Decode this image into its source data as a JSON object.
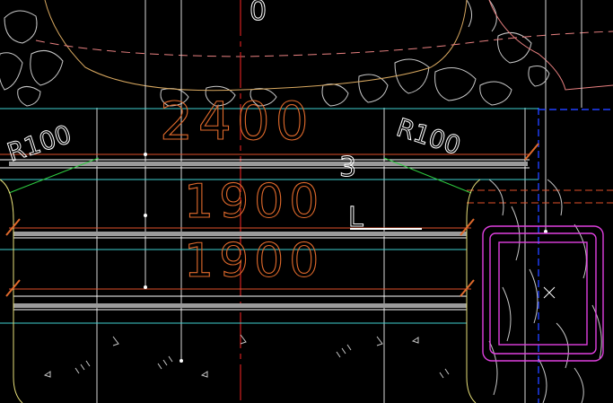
{
  "drawing": {
    "background": "#000000",
    "colors": {
      "cyan": "#3fd0d0",
      "orange_red": "#e0502a",
      "dim_orange": "#e06a2c",
      "white": "#ffffff",
      "gray_band": "#9a9a9a",
      "green": "#2ecc40",
      "yellow": "#e8e07a",
      "magenta": "#e040e0",
      "blue": "#2040ff",
      "red_center": "#d02020",
      "tan": "#d8a860",
      "pink": "#e88080"
    },
    "texts": {
      "top_digit": "0",
      "dim_2400": "2400",
      "dim_1900_a": "1900",
      "dim_1900_b": "1900",
      "radius_left": "R100",
      "radius_right": "R100",
      "label_3": "3",
      "label_L": "L"
    }
  }
}
